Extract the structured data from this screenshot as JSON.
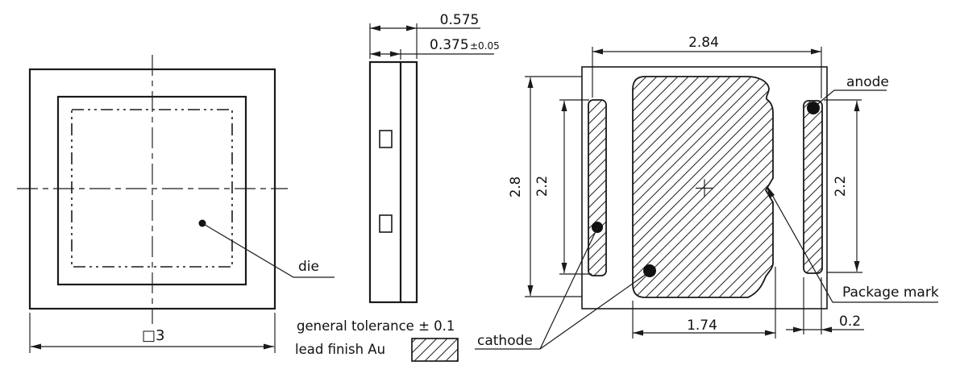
{
  "top_view": {
    "die_label": "die",
    "size_dim": "□3"
  },
  "side_view": {
    "overall_thickness_dim": "0.575",
    "body_thickness_dim": "0.375",
    "body_thickness_tolerance": "±0.05"
  },
  "pad_view": {
    "overall_width_dim": "2.84",
    "overall_height_dim": "2.8",
    "cathode_pad_height_dim": "2.2",
    "anode_pad_height_dim": "2.2",
    "center_pad_width_dim": "1.74",
    "anode_pad_width_dim": "0.2",
    "anode_label": "anode",
    "cathode_label": "cathode",
    "package_mark_label": "Package mark"
  },
  "notes": {
    "general_tolerance": "general tolerance ± 0.1",
    "lead_finish": "lead finish Au"
  },
  "colors": {
    "line": "#1a1a1a",
    "background": "#ffffff",
    "hatch": "#2b2b2b"
  }
}
